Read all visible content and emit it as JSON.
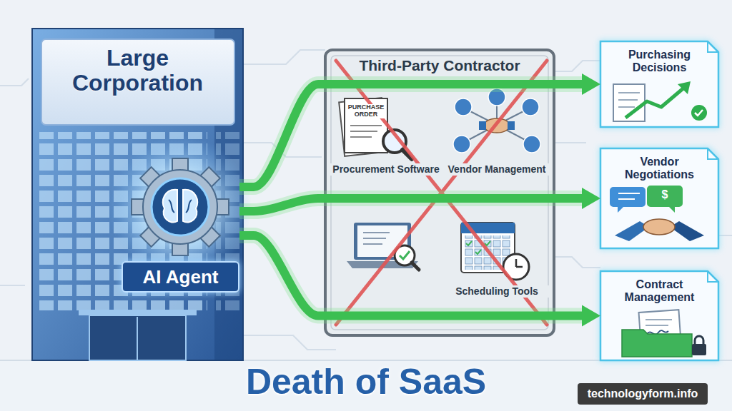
{
  "diagram": {
    "title": "Death of SaaS",
    "nodes": [
      {
        "text": [
          "Large Corporation"
        ]
      },
      {
        "text": [
          "AI Agent"
        ],
        "in": 0
      },
      {
        "text": [
          "Third-Party Contractor"
        ]
      },
      {
        "text": [
          "Purchasing Decisions"
        ]
      },
      {
        "text": [
          "Vendor Negotiations"
        ]
      },
      {
        "text": [
          "Contract Management"
        ]
      }
    ],
    "edges": [
      {
        "from": 1,
        "to": 3,
        "arrow": "to"
      },
      {
        "from": 1,
        "to": 4,
        "arrow": "to"
      },
      {
        "from": 1,
        "to": 5,
        "arrow": "to"
      }
    ],
    "labels": [
      "PURCHASE ORDER",
      "Procurement Software",
      "Vendor Management",
      "Scheduling Tools",
      "$",
      "technologyform.info"
    ]
  }
}
